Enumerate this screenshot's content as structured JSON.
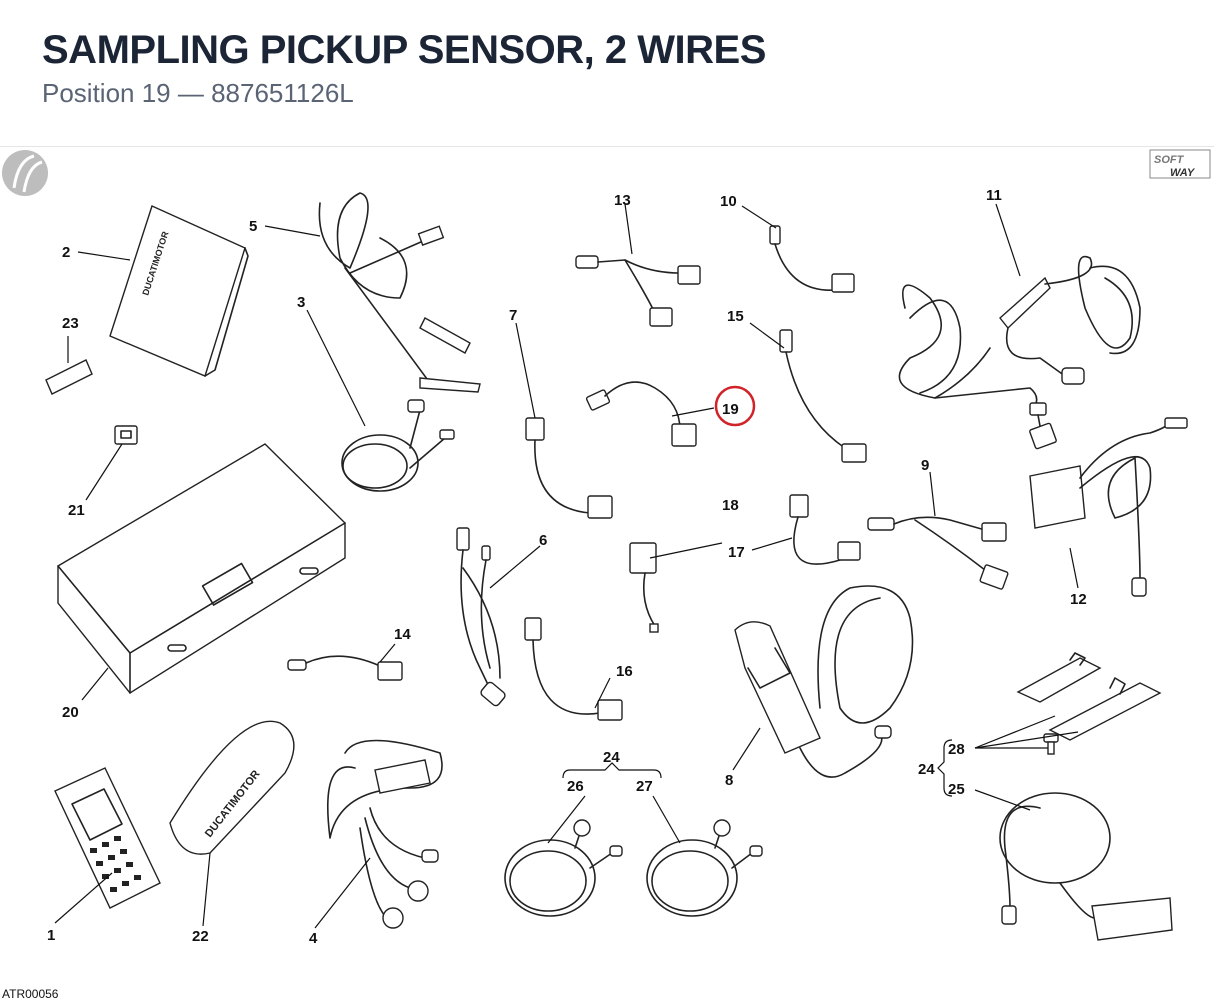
{
  "header": {
    "title": "SAMPLING PICKUP SENSOR, 2 WIRES",
    "subtitle": "Position 19 — 887651126L"
  },
  "diagram": {
    "highlighted_position": "19",
    "highlight_color": "#d0232a",
    "watermark_logo": "SOFT WAY",
    "labels": {
      "p1": "1",
      "p2": "2",
      "p3": "3",
      "p4": "4",
      "p5": "5",
      "p6": "6",
      "p7": "7",
      "p8": "8",
      "p9": "9",
      "p10": "10",
      "p11": "11",
      "p12": "12",
      "p13": "13",
      "p14": "14",
      "p15": "15",
      "p16": "16",
      "p17": "17",
      "p18": "18",
      "p19": "19",
      "p20": "20",
      "p21": "21",
      "p22": "22",
      "p23": "23",
      "p24a": "24",
      "p24b": "24",
      "p25": "25",
      "p26": "26",
      "p27": "27",
      "p28": "28"
    },
    "brand_text": "DUCATIMOTOR"
  },
  "footer": {
    "code": "ATR00056"
  }
}
